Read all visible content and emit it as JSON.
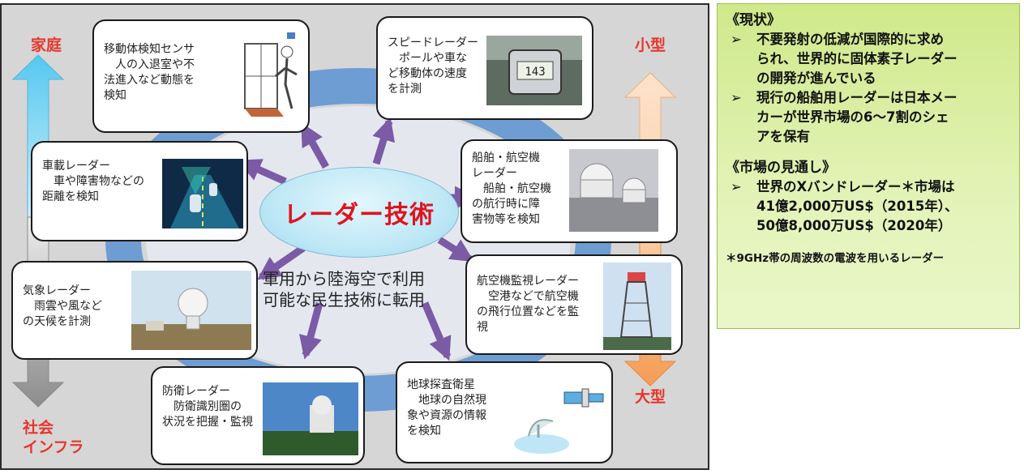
{
  "diagram": {
    "center_label": "レーダー技術",
    "conversion_text": [
      "軍用から陸海空で利用",
      "可能な民生技術に転用"
    ],
    "axis_left": {
      "top": "家庭",
      "bottom": "社会\nインフラ"
    },
    "axis_right": {
      "top": "小型",
      "bottom": "大型"
    },
    "boxes": {
      "motion": [
        "移動体検知センサ",
        "　人の入退室や不",
        "法進入など動態を",
        "検知"
      ],
      "speed": [
        "スピードレーダー",
        "　ポールや車な",
        "ど移動体の速度",
        "を計測"
      ],
      "vehicle": [
        "車載レーダー",
        "　車や障害物などの",
        "距離を検知"
      ],
      "ship": [
        "船舶・航空機",
        "レーダー",
        "　船舶・航空機",
        "の航行時に障",
        "害物等を検知"
      ],
      "weather": [
        "気象レーダー",
        "　雨雲や風など",
        "の天候を計測"
      ],
      "aircraft": [
        "航空機監視レーダー",
        "　空港などで航空機",
        "の飛行位置などを監",
        "視"
      ],
      "defense": [
        "防衛レーダー",
        "　防衛識別圏の",
        "状況を把握・監視"
      ],
      "satellite": [
        "地球探査衛星",
        "　地球の自然現",
        "象や資源の情報",
        "を検知"
      ]
    },
    "colors": {
      "arrow": "#7b5aa6",
      "center_text": "#e0141e",
      "axis_text": "#e8362c"
    }
  },
  "panel": {
    "heading1": "《現状》",
    "bullets1": [
      [
        "不要発射の低減が国際的に求め",
        "られ、世界的に固体素子レーダー",
        "の開発が進んでいる"
      ],
      [
        "現行の船舶用レーダーは日本メー",
        "カーが世界市場の6～7割のシェ",
        "アを保有"
      ]
    ],
    "heading2": "《市場の見通し》",
    "bullets2": [
      [
        "世界のXバンドレーダー＊市場は",
        "41億2,000万US$（2015年）、",
        "50億8,000万US$（2020年）"
      ]
    ],
    "note": "＊9GHz帯の周波数の電波を用いるレーダー",
    "bullet_symbol": "➢"
  }
}
